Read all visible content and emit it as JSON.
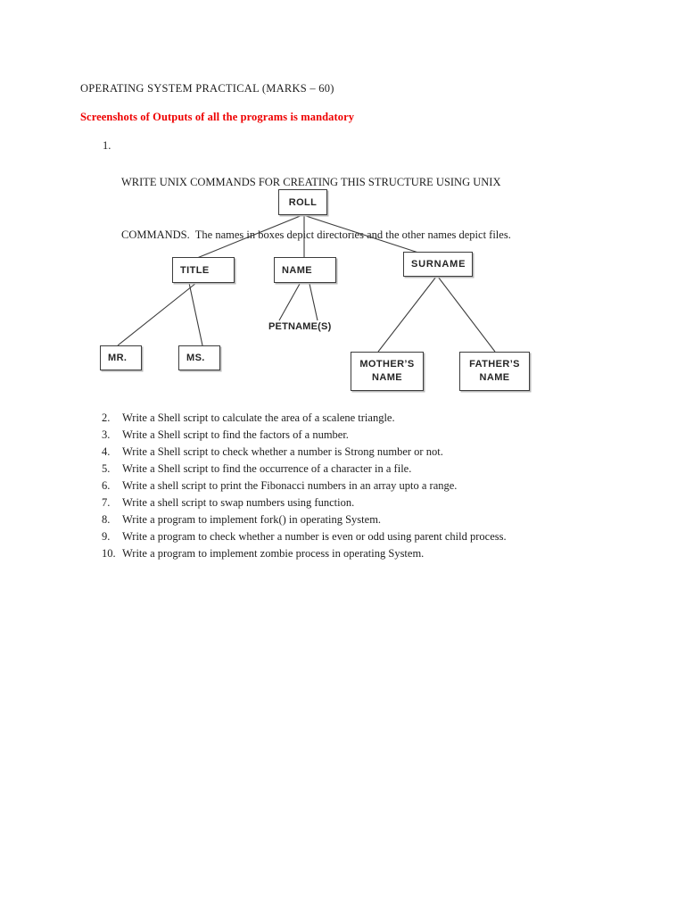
{
  "document": {
    "title": "OPERATING SYSTEM PRACTICAL (MARKS – 60)",
    "note": "Screenshots of Outputs of all the programs is mandatory",
    "note_color": "#ee0000",
    "text_color": "#1d1d1d"
  },
  "question1": {
    "number": "1.",
    "line1": "WRITE UNIX COMMANDS FOR CREATING THIS STRUCTURE USING UNIX",
    "line2": "COMMANDS.  The names in boxes depict directories and the other names depict files."
  },
  "diagram": {
    "description": "directory tree; boxes are directories, plain names are files",
    "nodes": {
      "roll": "ROLL",
      "title": "TITLE",
      "name": "NAME",
      "surname": "SURNAME",
      "mr": "MR.",
      "ms": "MS.",
      "petname": "PETNAME(S)",
      "mother_line1": "MOTHER’S",
      "mother_line2": "NAME",
      "father_line1": "FATHER’S",
      "father_line2": "NAME"
    }
  },
  "list": {
    "items": [
      {
        "num": "2.",
        "text": "Write a Shell script to calculate the area of a scalene triangle."
      },
      {
        "num": "3.",
        "text": "Write a Shell script to find the factors of a number."
      },
      {
        "num": "4.",
        "text": "Write a Shell script to check whether a number is Strong number or not."
      },
      {
        "num": "5.",
        "text": "Write a Shell script to find the occurrence of a character in a file."
      },
      {
        "num": "6.",
        "text": "Write a shell script to print the Fibonacci numbers in an array upto a range."
      },
      {
        "num": "7.",
        "text": "Write a shell script to swap numbers using function."
      },
      {
        "num": "8.",
        "text": "Write a program to implement fork() in operating System."
      },
      {
        "num": "9.",
        "text": "Write a program to check whether a number is even or odd using parent child process."
      },
      {
        "num": "10.",
        "text": "Write a program to implement zombie process in operating System."
      }
    ]
  }
}
